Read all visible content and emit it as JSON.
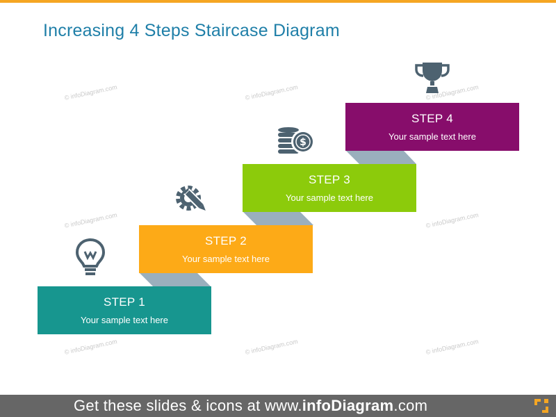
{
  "slide": {
    "title": "Increasing 4 Steps Staircase Diagram",
    "watermark": "© infoDiagram.com"
  },
  "colors": {
    "accent_bar": "#f5a623",
    "title": "#1f7fa8",
    "connector": "#9aafbd",
    "icon": "#4d6270",
    "step1": "#17968f",
    "step2": "#fdaa17",
    "step3": "#8ccb0b",
    "step4": "#870d6b",
    "footer_bg": "#666666"
  },
  "steps": [
    {
      "title": "STEP 1",
      "text": "Your sample text here",
      "icon": "lightbulb-icon"
    },
    {
      "title": "STEP 2",
      "text": "Your sample text here",
      "icon": "gear-pencil-icon"
    },
    {
      "title": "STEP 3",
      "text": "Your sample text here",
      "icon": "coins-dollar-icon"
    },
    {
      "title": "STEP 4",
      "text": "Your sample text here",
      "icon": "trophy-icon"
    }
  ],
  "footer": {
    "prefix": "Get these slides & icons at www.",
    "brand": "infoDiagram",
    "suffix": ".com"
  }
}
